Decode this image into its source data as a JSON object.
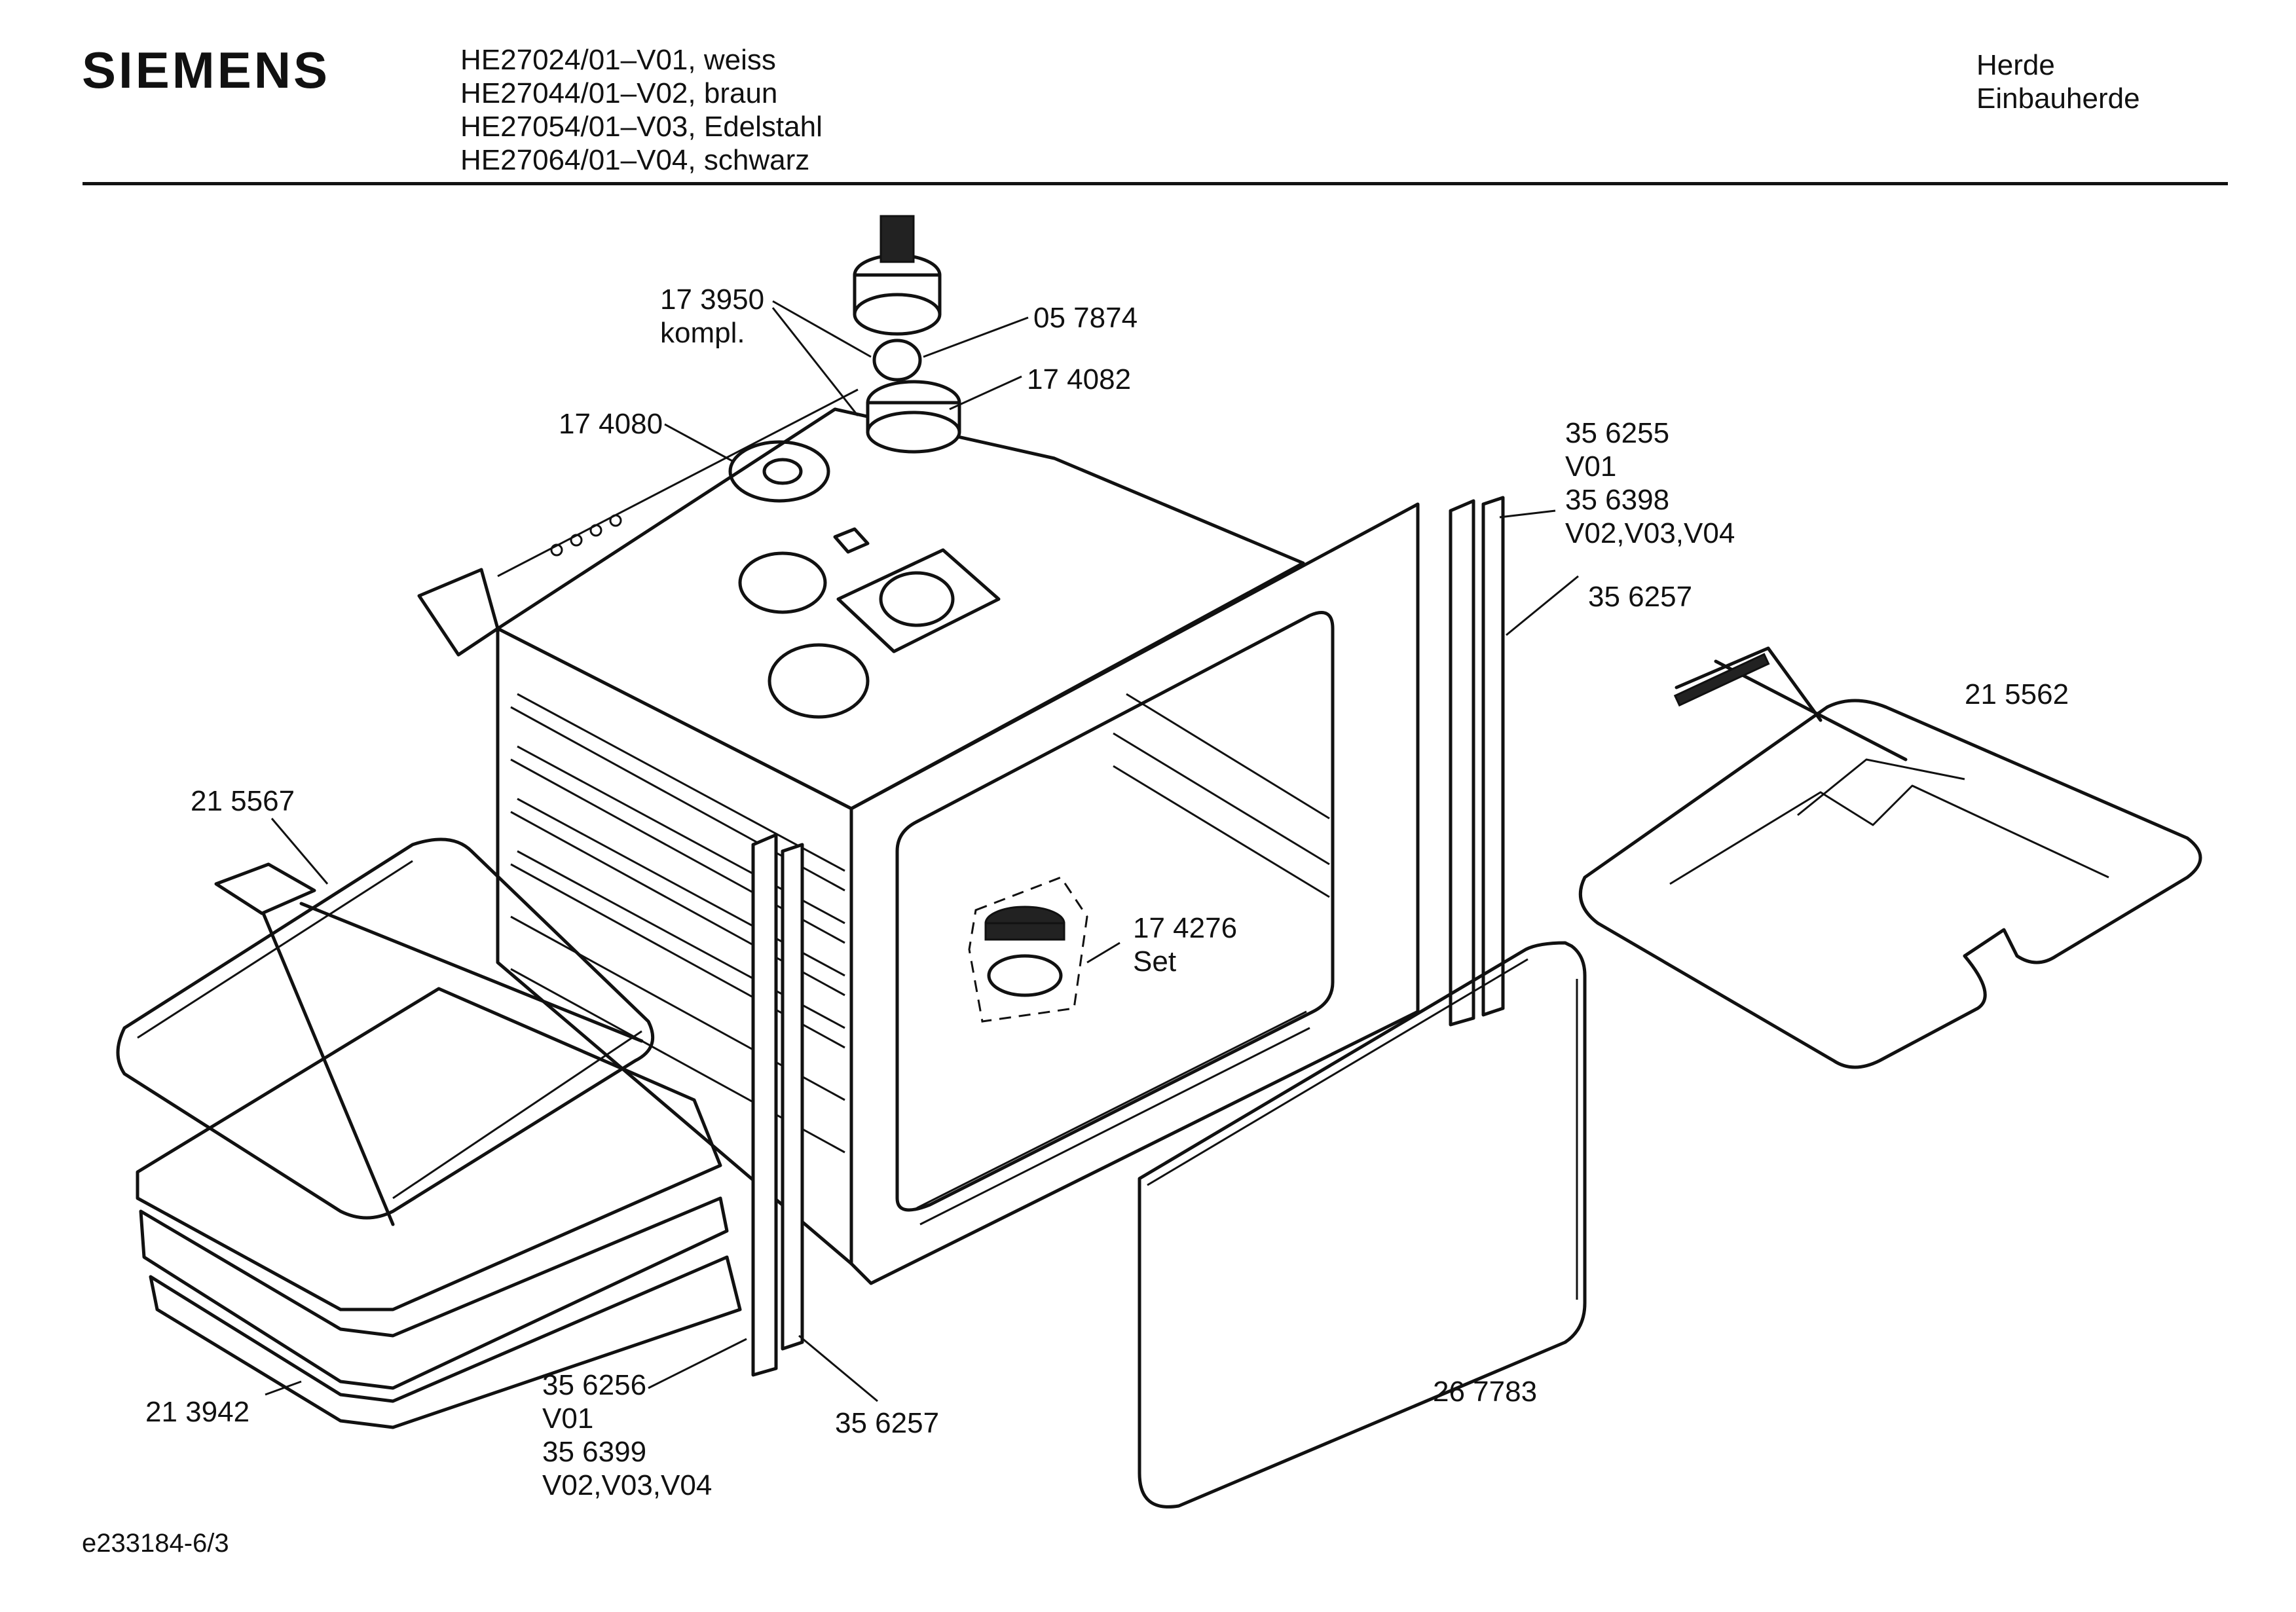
{
  "header": {
    "brand": "SIEMENS",
    "models": [
      "HE27024/01–V01, weiss",
      "HE27044/01–V02, braun",
      "HE27054/01–V03, Edelstahl",
      "HE27064/01–V04, schwarz"
    ],
    "category": [
      "Herde",
      "Einbauherde"
    ]
  },
  "parts": {
    "p173950": [
      "17 3950",
      "kompl."
    ],
    "p057874": [
      "05 7874"
    ],
    "p174082": [
      "17 4082"
    ],
    "p174080": [
      "17 4080"
    ],
    "p356255": [
      "35 6255",
      "V01",
      "35 6398",
      "V02,V03,V04"
    ],
    "p356257_right": [
      "35 6257"
    ],
    "p215562": [
      "21 5562"
    ],
    "p215567": [
      "21 5567"
    ],
    "p174276": [
      "17 4276",
      "Set"
    ],
    "p213942": [
      "21 3942"
    ],
    "p356256": [
      "35 6256",
      "V01",
      "35 6399",
      "V02,V03,V04"
    ],
    "p356257_bottom": [
      "35 6257"
    ],
    "p267783": [
      "26 7783"
    ]
  },
  "footer": {
    "drawing_id": "e233184-6/3"
  }
}
